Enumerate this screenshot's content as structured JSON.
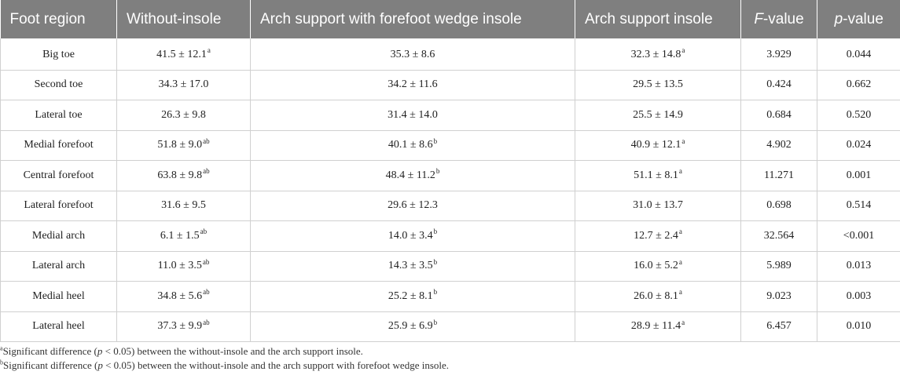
{
  "table": {
    "headers": {
      "region": "Foot region",
      "without": "Without-insole",
      "wedge": "Arch support with forefoot wedge insole",
      "arch": "Arch support insole",
      "f_italic": "F",
      "f_rest": "-value",
      "p_italic": "p",
      "p_rest": "-value"
    },
    "rows": [
      {
        "region": "Big toe",
        "without": "41.5 ± 12.1",
        "without_sup": "a",
        "wedge": "35.3 ± 8.6",
        "wedge_sup": "",
        "arch": "32.3 ± 14.8",
        "arch_sup": "a",
        "f": "3.929",
        "p": "0.044"
      },
      {
        "region": "Second toe",
        "without": "34.3 ± 17.0",
        "without_sup": "",
        "wedge": "34.2 ± 11.6",
        "wedge_sup": "",
        "arch": "29.5 ± 13.5",
        "arch_sup": "",
        "f": "0.424",
        "p": "0.662"
      },
      {
        "region": "Lateral toe",
        "without": "26.3 ± 9.8",
        "without_sup": "",
        "wedge": "31.4 ± 14.0",
        "wedge_sup": "",
        "arch": "25.5 ± 14.9",
        "arch_sup": "",
        "f": "0.684",
        "p": "0.520"
      },
      {
        "region": "Medial forefoot",
        "without": "51.8 ± 9.0",
        "without_sup": "ab",
        "wedge": "40.1 ± 8.6",
        "wedge_sup": "b",
        "arch": "40.9 ± 12.1",
        "arch_sup": "a",
        "f": "4.902",
        "p": "0.024"
      },
      {
        "region": "Central forefoot",
        "without": "63.8 ± 9.8",
        "without_sup": "ab",
        "wedge": "48.4 ± 11.2",
        "wedge_sup": "b",
        "arch": "51.1 ± 8.1",
        "arch_sup": "a",
        "f": "11.271",
        "p": "0.001"
      },
      {
        "region": "Lateral forefoot",
        "without": "31.6 ± 9.5",
        "without_sup": "",
        "wedge": "29.6 ± 12.3",
        "wedge_sup": "",
        "arch": "31.0 ± 13.7",
        "arch_sup": "",
        "f": "0.698",
        "p": "0.514"
      },
      {
        "region": "Medial arch",
        "without": "6.1 ± 1.5",
        "without_sup": "ab",
        "wedge": "14.0 ± 3.4",
        "wedge_sup": "b",
        "arch": "12.7 ± 2.4",
        "arch_sup": "a",
        "f": "32.564",
        "p": "<0.001"
      },
      {
        "region": "Lateral arch",
        "without": "11.0 ± 3.5",
        "without_sup": "ab",
        "wedge": "14.3 ± 3.5",
        "wedge_sup": "b",
        "arch": "16.0 ± 5.2",
        "arch_sup": "a",
        "f": "5.989",
        "p": "0.013"
      },
      {
        "region": "Medial heel",
        "without": "34.8 ± 5.6",
        "without_sup": "ab",
        "wedge": "25.2 ± 8.1",
        "wedge_sup": "b",
        "arch": "26.0 ± 8.1",
        "arch_sup": "a",
        "f": "9.023",
        "p": "0.003"
      },
      {
        "region": "Lateral heel",
        "without": "37.3 ± 9.9",
        "without_sup": "ab",
        "wedge": "25.9 ± 6.9",
        "wedge_sup": "b",
        "arch": "28.9 ± 11.4",
        "arch_sup": "a",
        "f": "6.457",
        "p": "0.010"
      }
    ]
  },
  "footnotes": [
    {
      "sup": "a",
      "pre": "Significant difference (",
      "p": "p",
      "post": " < 0.05) between the without-insole and the arch support insole."
    },
    {
      "sup": "b",
      "pre": "Significant difference (",
      "p": "p",
      "post": " < 0.05) between the without-insole and the arch support with forefoot wedge insole."
    }
  ],
  "colors": {
    "header_bg": "#7f7f7f",
    "header_text": "#ffffff",
    "grid": "#d0d0d0"
  }
}
